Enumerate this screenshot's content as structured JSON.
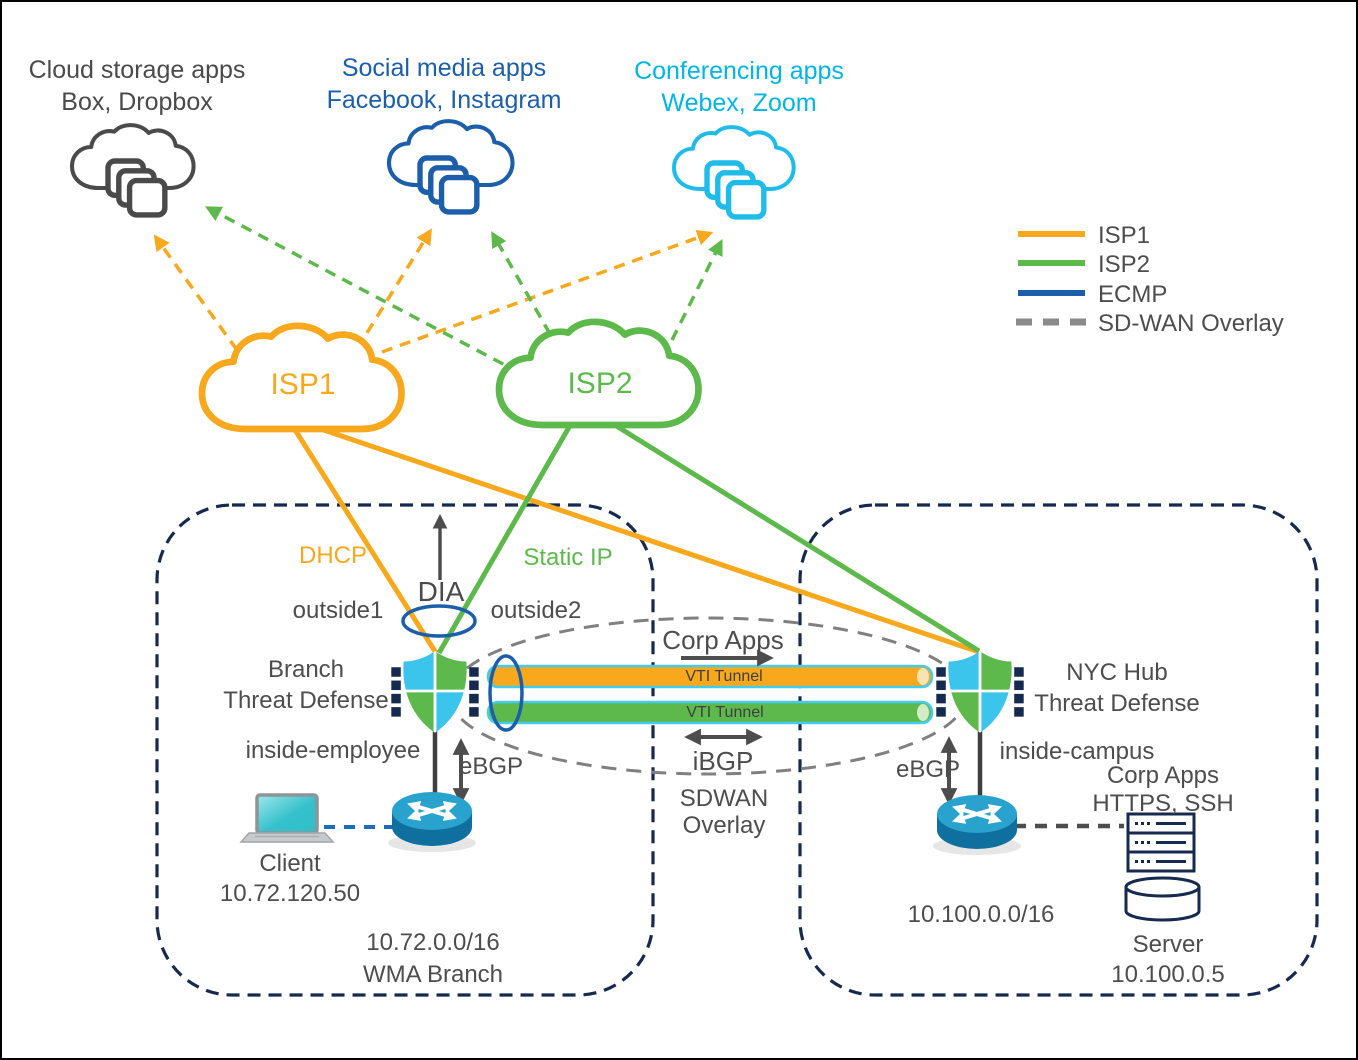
{
  "colors": {
    "isp1_orange": "#F7A81C",
    "isp2_green": "#5EB94C",
    "ecmp_blue": "#1C5EAA",
    "shield_cyan": "#3BC4EC",
    "site_navy": "#16294E",
    "overlay_gray": "#808080",
    "text_gray": "#4D4D4D",
    "router_blue": "#1576A4",
    "conferencing_cyan": "#00B5E2"
  },
  "app_clouds": {
    "storage": {
      "title": "Cloud storage apps",
      "subtitle": "Box, Dropbox"
    },
    "social": {
      "title": "Social media apps",
      "subtitle": "Facebook, Instagram"
    },
    "conferencing": {
      "title": "Conferencing apps",
      "subtitle": "Webex, Zoom"
    }
  },
  "isp": {
    "isp1": "ISP1",
    "isp2": "ISP2"
  },
  "legend": {
    "isp1": "ISP1",
    "isp2": "ISP2",
    "ecmp": "ECMP",
    "sdwan": "SD-WAN Overlay"
  },
  "branch": {
    "dhcp": "DHCP",
    "static_ip": "Static IP",
    "dia": "DIA",
    "outside1": "outside1",
    "outside2": "outside2",
    "name_line1": "Branch",
    "name_line2": "Threat Defense",
    "inside_if": "inside-employee",
    "ebgp": "eBGP",
    "client_line1": "Client",
    "client_line2": "10.72.120.50",
    "subnet": "10.72.0.0/16",
    "site_name": "WMA Branch"
  },
  "hub": {
    "name_line1": "NYC Hub",
    "name_line2": "Threat Defense",
    "inside_if": "inside-campus",
    "ebgp": "eBGP",
    "apps_line1": "Corp Apps",
    "apps_line2": "HTTPS, SSH",
    "subnet": "10.100.0.0/16",
    "server_line1": "Server",
    "server_line2": "10.100.0.5"
  },
  "overlay": {
    "corp_apps": "Corp Apps",
    "tunnel1": "VTI Tunnel",
    "tunnel2": "VTI Tunnel",
    "ibgp": "iBGP",
    "sdwan_line1": "SDWAN",
    "sdwan_line2": "Overlay"
  }
}
